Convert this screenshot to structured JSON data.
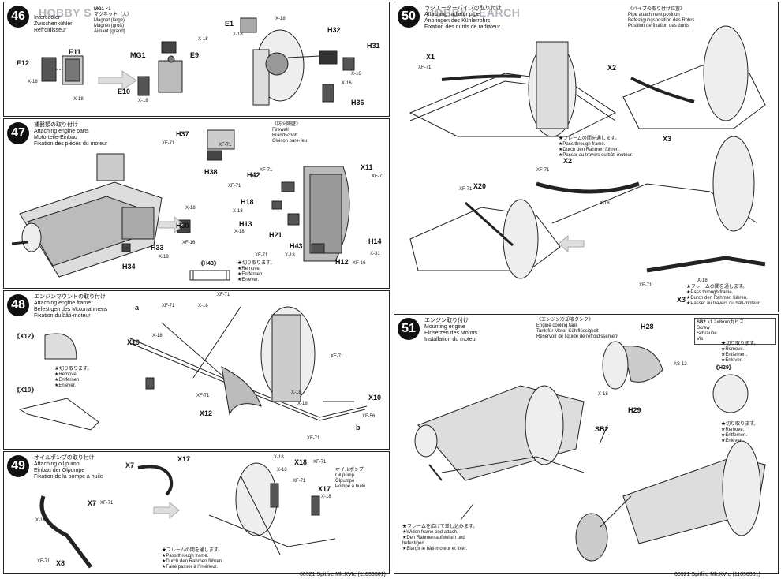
{
  "watermark": "HOBBY SEARCH",
  "left_footer": "60321 Spitfire Mk.XVIe (11056301)",
  "right_footer": "60321 Spitfire Mk.XVIe (11056301)",
  "step46": {
    "num": "46",
    "titles": [
      "Intercooler",
      "Zwischenkühler",
      "Refroidisseur"
    ],
    "legend": {
      "part": "MG1",
      "qty": "×1",
      "lines": [
        "マグネット（大）",
        "Magnet (large)",
        "Magnet (groß)",
        "Aimant (grand)"
      ]
    },
    "labels": [
      "E11",
      "E12",
      "E9",
      "MG1",
      "E10",
      "E1",
      "H32",
      "H31",
      "H36"
    ],
    "xf": [
      "X-18",
      "X-18",
      "X-18",
      "X-18",
      "X-18",
      "X-18",
      "X-16",
      "X-16"
    ]
  },
  "step47": {
    "num": "47",
    "titles": [
      "補器類の取り付け",
      "Attaching engine parts",
      "Motorteile-Einbau",
      "Fixation des pièces du moteur"
    ],
    "bracket": [
      "《防火隔壁》",
      "Firewall",
      "Brandschott",
      "Cloison pare-feu"
    ],
    "labels": [
      "H37",
      "H38",
      "H42",
      "H18",
      "H13",
      "H21",
      "H43",
      "H30",
      "H33",
      "H34",
      "X11",
      "H14",
      "H12",
      "《H43》"
    ],
    "xf": [
      "XF-71",
      "XF-71",
      "X-18",
      "XF-71",
      "X-18",
      "X-18",
      "X-18",
      "XF-71",
      "XF-16",
      "X-18",
      "XF-71",
      "X-31",
      "XF-16",
      "XF-71"
    ],
    "remove": [
      "★切り取ります。",
      "★Remove.",
      "★Entfernen.",
      "★Enlever."
    ]
  },
  "step48": {
    "num": "48",
    "titles": [
      "エンジンマウントの取り付け",
      "Attaching engine frame",
      "Befestigen des Motorrahmens",
      "Fixation du bâti-moteur"
    ],
    "labels": [
      "《X12》",
      "《X10》",
      "X19",
      "X12",
      "X10",
      "a",
      "b"
    ],
    "xf": [
      "XF-71",
      "X-18",
      "X-18",
      "XF-71",
      "XF-71",
      "X-18",
      "XF-56",
      "XF-71",
      "X-18",
      "XF-71"
    ],
    "remove": [
      "★切り取ります。",
      "★Remove.",
      "★Entfernen.",
      "★Enlever."
    ]
  },
  "step49": {
    "num": "49",
    "titles": [
      "オイルポンプの取り付け",
      "Attaching oil pump",
      "Einbau der Ölpumpe",
      "Fixation de la pompe à huile"
    ],
    "labels": [
      "X17",
      "X7",
      "X7",
      "X8",
      "X18",
      "X17"
    ],
    "xf": [
      "XF-71",
      "X-18",
      "XF-71",
      "X-18",
      "X-18",
      "XF-71",
      "X-18",
      "XF-71"
    ],
    "pump": [
      "オイルポンプ",
      "Oil pump",
      "Ölpumpe",
      "Pompe à huile"
    ],
    "frame": [
      "★フレームの間を通します。",
      "★Pass through frame.",
      "★Durch den Rahmen führen.",
      "★Faire passer à l'intérieur."
    ]
  },
  "step50": {
    "num": "50",
    "titles": [
      "ラジエーターパイプの取り付け",
      "Attaching radiator pipe",
      "Anbringen des Kühlerrohrs",
      "Fixation des durits de radiateur"
    ],
    "position": [
      "《パイプの取り付け位置》",
      "Pipe attachment position",
      "Befestigungsposition des Rohrs",
      "Position de fixation des durits"
    ],
    "labels": [
      "X1",
      "X2",
      "X3",
      "X2",
      "X20",
      "X3"
    ],
    "xf": [
      "XF-71",
      "XF-71",
      "X-18",
      "XF-71",
      "X-18",
      "XF-71"
    ],
    "frame1": [
      "★フレームの間を通します。",
      "★Pass through frame.",
      "★Durch den Rahmen führen.",
      "★Passer au travers du bâti-moteur."
    ],
    "frame2": [
      "★フレームの間を通します。",
      "★Pass through frame.",
      "★Durch den Rahmen führen.",
      "★Passer au travers du bâti-moteur."
    ]
  },
  "step51": {
    "num": "51",
    "titles": [
      "エンジン取り付け",
      "Mounting engine",
      "Einsetzen des Motors",
      "Installation du moteur"
    ],
    "tank": [
      "《エンジン冷却液タンク》",
      "Engine cooling tank",
      "Tank für Motor-Kühlflüssigkeit",
      "Réservoir de liquide de refroidissement"
    ],
    "screw": {
      "part": "SB2",
      "qty": "×1",
      "lines": [
        "2×8mm丸ビス",
        "Screw",
        "Schraube",
        "Vis"
      ]
    },
    "labels": [
      "H28",
      "H29",
      "SB2",
      "《H29》"
    ],
    "xf": [
      "AS-12",
      "X-18"
    ],
    "remove1": [
      "★切り取ります。",
      "★Remove.",
      "★Entfernen.",
      "★Enlever."
    ],
    "remove2": [
      "★切り取ります。",
      "★Remove.",
      "★Entfernen.",
      "★Enlever."
    ],
    "widen": [
      "★フレームを広げて差し込みます。",
      "★Widen frame and attach.",
      "★Den Rahmen aufweiten und",
      "befestigen.",
      "★Elargir le bâti-moteur et fixer."
    ]
  }
}
